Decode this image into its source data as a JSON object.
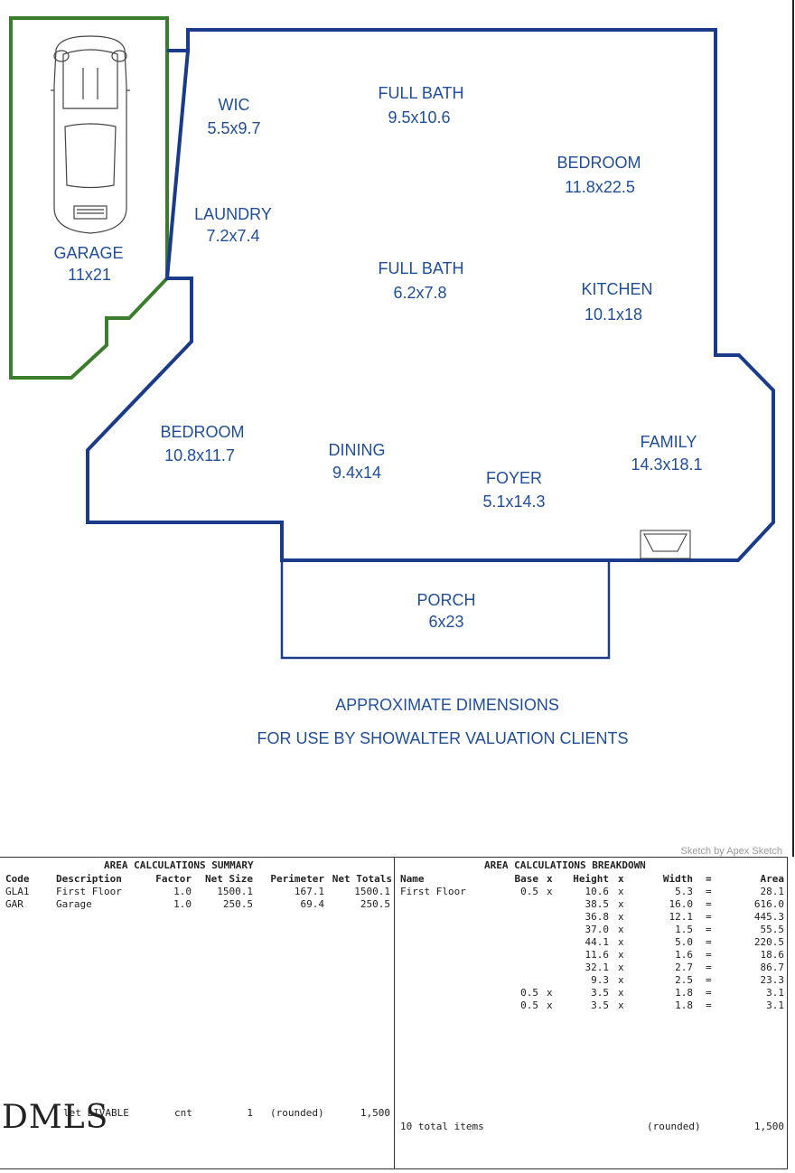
{
  "rooms": {
    "wic": {
      "name": "WIC",
      "dim": "5.5x9.7"
    },
    "full_bath_1": {
      "name": "FULL BATH",
      "dim": "9.5x10.6"
    },
    "bedroom_1": {
      "name": "BEDROOM",
      "dim": "11.8x22.5"
    },
    "laundry": {
      "name": "LAUNDRY",
      "dim": "7.2x7.4"
    },
    "garage": {
      "name": "GARAGE",
      "dim": "11x21"
    },
    "full_bath_2": {
      "name": "FULL BATH",
      "dim": "6.2x7.8"
    },
    "kitchen": {
      "name": "KITCHEN",
      "dim": "10.1x18"
    },
    "bedroom_2": {
      "name": "BEDROOM",
      "dim": "10.8x11.7"
    },
    "dining": {
      "name": "DINING",
      "dim": "9.4x14"
    },
    "foyer": {
      "name": "FOYER",
      "dim": "5.1x14.3"
    },
    "family": {
      "name": "FAMILY",
      "dim": "14.3x18.1"
    },
    "porch": {
      "name": "PORCH",
      "dim": "6x23"
    }
  },
  "caption": {
    "line1": "APPROXIMATE DIMENSIONS",
    "line2": "FOR USE BY SHOWALTER VALUATION CLIENTS"
  },
  "colors": {
    "living_outline": "#1a3a8a",
    "garage_outline": "#3a7d2c",
    "label": "#1f4e9a"
  },
  "credit": "Sketch by Apex Sketch",
  "summary": {
    "title": "AREA CALCULATIONS SUMMARY",
    "headers": {
      "code": "Code",
      "description": "Description",
      "factor": "Factor",
      "net_size": "Net Size",
      "perimeter": "Perimeter",
      "net_totals": "Net Totals"
    },
    "rows": [
      {
        "code": "GLA1",
        "description": "First Floor",
        "factor": "1.0",
        "net_size": "1500.1",
        "perimeter": "167.1",
        "net_totals": "1500.1"
      },
      {
        "code": "GAR",
        "description": "Garage",
        "factor": "1.0",
        "net_size": "250.5",
        "perimeter": "69.4",
        "net_totals": "250.5"
      }
    ],
    "footer": {
      "label": "let LIVABLE",
      "cnt": "cnt",
      "count": "1",
      "rounded": "(rounded)",
      "total": "1,500"
    }
  },
  "breakdown": {
    "title": "AREA CALCULATIONS BREAKDOWN",
    "headers": {
      "name": "Name",
      "base": "Base",
      "x1": "x",
      "height": "Height",
      "x2": "x",
      "width": "Width",
      "eq": "=",
      "area": "Area"
    },
    "rows": [
      {
        "name": "First Floor",
        "base": "0.5",
        "bx": "x",
        "height": "10.6",
        "width": "5.3",
        "area": "28.1"
      },
      {
        "name": "",
        "base": "",
        "bx": "",
        "height": "38.5",
        "width": "16.0",
        "area": "616.0"
      },
      {
        "name": "",
        "base": "",
        "bx": "",
        "height": "36.8",
        "width": "12.1",
        "area": "445.3"
      },
      {
        "name": "",
        "base": "",
        "bx": "",
        "height": "37.0",
        "width": "1.5",
        "area": "55.5"
      },
      {
        "name": "",
        "base": "",
        "bx": "",
        "height": "44.1",
        "width": "5.0",
        "area": "220.5"
      },
      {
        "name": "",
        "base": "",
        "bx": "",
        "height": "11.6",
        "width": "1.6",
        "area": "18.6"
      },
      {
        "name": "",
        "base": "",
        "bx": "",
        "height": "32.1",
        "width": "2.7",
        "area": "86.7"
      },
      {
        "name": "",
        "base": "",
        "bx": "",
        "height": "9.3",
        "width": "2.5",
        "area": "23.3"
      },
      {
        "name": "",
        "base": "0.5",
        "bx": "x",
        "height": "3.5",
        "width": "1.8",
        "area": "3.1"
      },
      {
        "name": "",
        "base": "0.5",
        "bx": "x",
        "height": "3.5",
        "width": "1.8",
        "area": "3.1"
      }
    ],
    "x_sym": "x",
    "eq_sym": "=",
    "footer": {
      "items": "10 total items",
      "rounded": "(rounded)",
      "total": "1,500"
    }
  },
  "logo": "DMLS"
}
